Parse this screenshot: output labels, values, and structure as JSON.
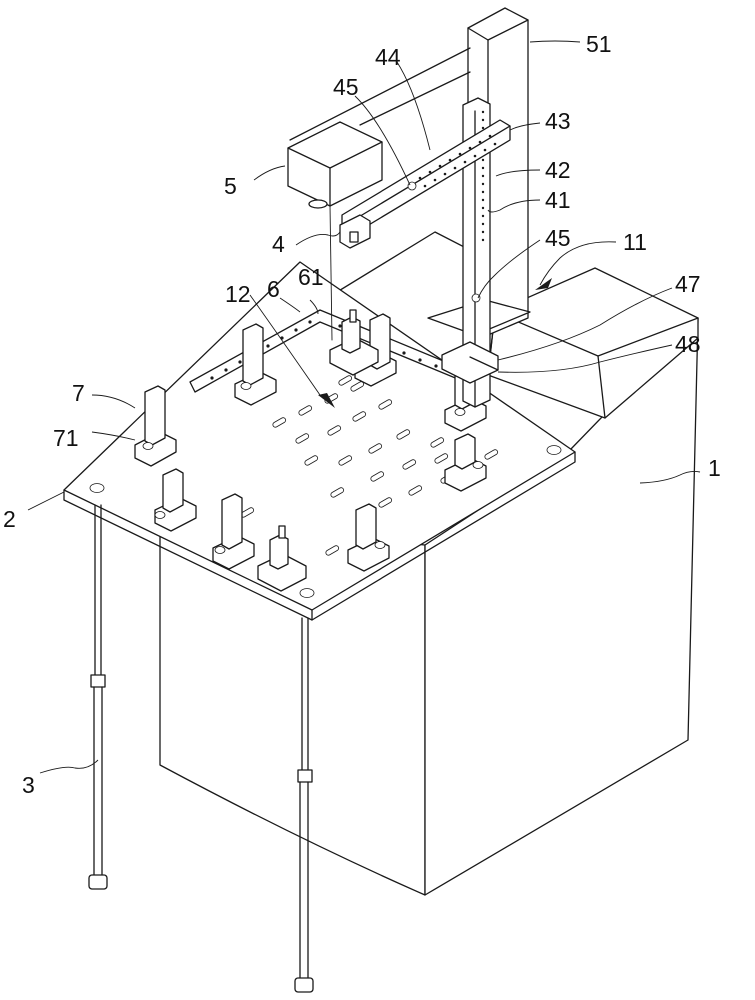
{
  "figure": {
    "kind": "patent line drawing",
    "subject": "workpiece fixture bench with gantry-mounted unit"
  },
  "labels": {
    "l1": "1",
    "l2": "2",
    "l3": "3",
    "l4": "4",
    "l5": "5",
    "l6": "6",
    "l7": "7",
    "l11": "11",
    "l12": "12",
    "l41": "41",
    "l42": "42",
    "l43": "43",
    "l44": "44",
    "l45a": "45",
    "l45b": "45",
    "l47": "47",
    "l48": "48",
    "l51": "51",
    "l61": "61",
    "l71": "71"
  },
  "colors": {
    "line": "#1a1a1a",
    "background": "#ffffff"
  }
}
